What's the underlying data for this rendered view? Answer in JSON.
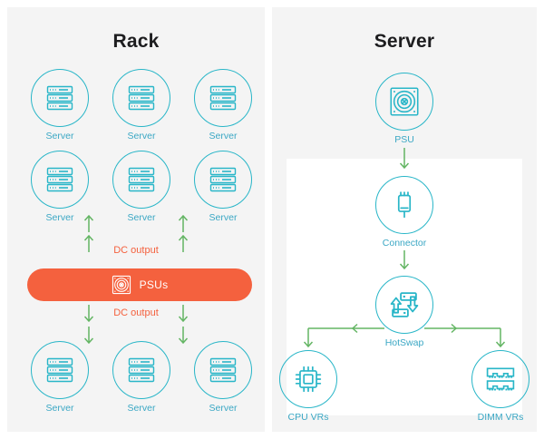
{
  "theme": {
    "page_background": "#ffffff",
    "panel_background": "#f4f4f4",
    "card_background": "#ffffff",
    "icon_color": "#29b6c8",
    "label_color": "#3aa7c4",
    "title_color": "#1d1d1f",
    "accent_orange": "#f4613e",
    "arrow_green": "#63b563"
  },
  "panels": [
    {
      "id": "rack",
      "title": "Rack",
      "servers_top": [
        {
          "label": "Server",
          "icon": "server-rack-icon"
        },
        {
          "label": "Server",
          "icon": "server-rack-icon"
        },
        {
          "label": "Server",
          "icon": "server-rack-icon"
        }
      ],
      "servers_middle": [
        {
          "label": "Server",
          "icon": "server-rack-icon"
        },
        {
          "label": "Server",
          "icon": "server-rack-icon"
        },
        {
          "label": "Server",
          "icon": "server-rack-icon"
        }
      ],
      "servers_bottom": [
        {
          "label": "Server",
          "icon": "server-rack-icon"
        },
        {
          "label": "Server",
          "icon": "server-rack-icon"
        },
        {
          "label": "Server",
          "icon": "server-rack-icon"
        }
      ],
      "psu_bar": {
        "label": "PSUs",
        "icon": "psu-fan-icon"
      },
      "flow_up_label": "DC output",
      "flow_down_label": "DC output"
    },
    {
      "id": "server",
      "title": "Server",
      "nodes": {
        "psu": {
          "label": "PSU",
          "icon": "psu-fan-icon"
        },
        "connector": {
          "label": "Connector",
          "icon": "connector-plug-icon"
        },
        "hotswap": {
          "label": "HotSwap",
          "icon": "hotswap-arrows-icon"
        },
        "cpu_vrs": {
          "label": "CPU VRs",
          "icon": "cpu-chip-icon"
        },
        "dimm_vrs": {
          "label": "DIMM VRs",
          "icon": "dimm-memory-icon"
        }
      }
    }
  ]
}
